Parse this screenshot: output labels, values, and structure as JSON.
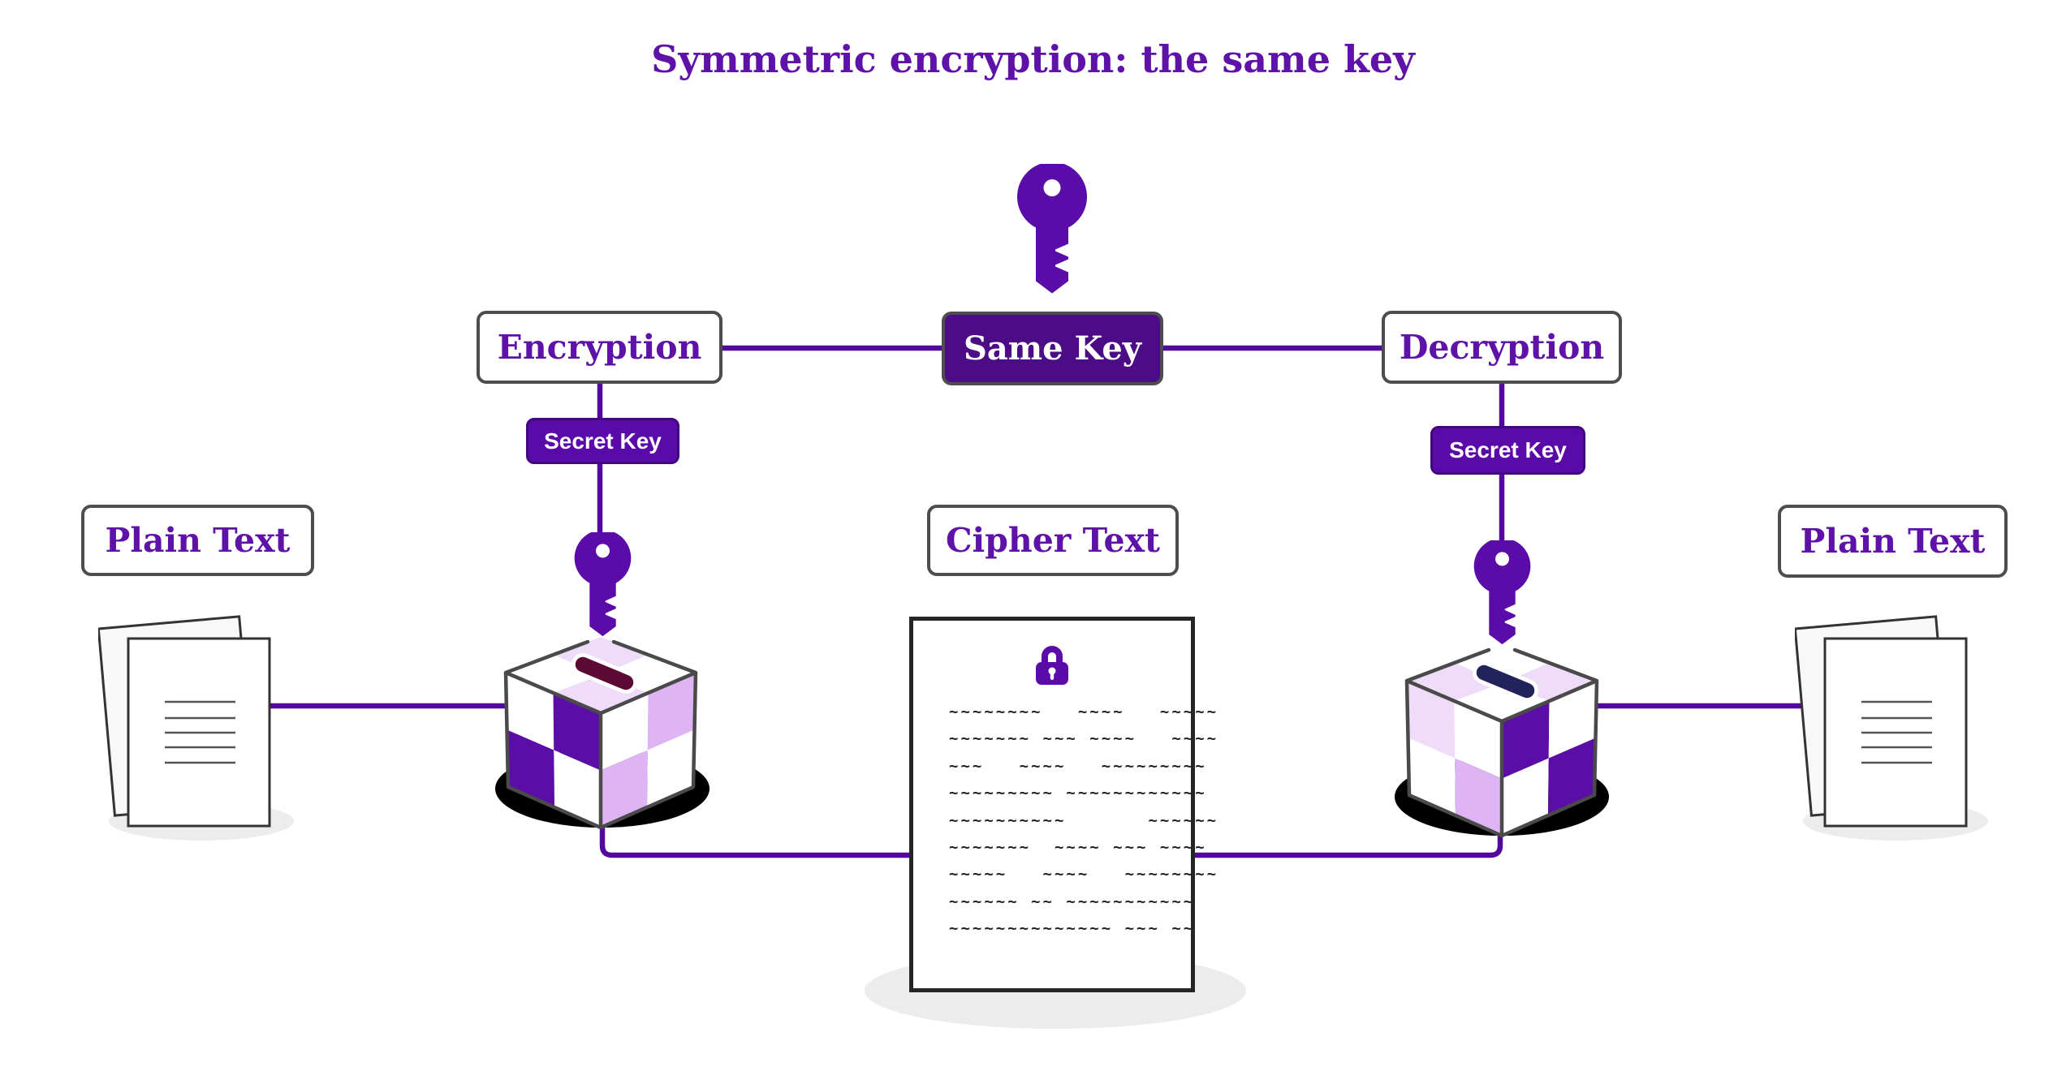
{
  "title": "Symmetric encryption: the same key",
  "nodes": {
    "encryption": {
      "label": "Encryption"
    },
    "same_key": {
      "label": "Same Key"
    },
    "decryption": {
      "label": "Decryption"
    },
    "secret_key_left": {
      "label": "Secret Key"
    },
    "secret_key_right": {
      "label": "Secret Key"
    },
    "plain_text_left": {
      "label": "Plain Text"
    },
    "cipher_text": {
      "label": "Cipher Text"
    },
    "plain_text_right": {
      "label": "Plain Text"
    }
  },
  "cipher_document": {
    "lines": [
      "~~~~~~~~   ~~~~   ~~~~~",
      "~~~~~~~ ~~~ ~~~~   ~~~~",
      "~~~   ~~~~   ~~~~~~~~~",
      "~~~~~~~~~ ~~~~~~~~~~~~",
      "~~~~~~~~~~       ~~~~~~",
      "~~~~~~~  ~~~~ ~~~ ~~~~",
      "~~~~~   ~~~~   ~~~~~~~~",
      "~~~~~~ ~~ ~~~~~~~~~~~",
      "~~~~~~~~~~~~~~ ~~~ ~~"
    ]
  },
  "icons": {
    "center_key": "key-icon",
    "left_key": "key-icon",
    "right_key": "key-icon",
    "padlock": "padlock-icon",
    "left_documents": "documents-icon",
    "right_documents": "documents-icon",
    "left_cube": "encryption-cube-icon",
    "right_cube": "decryption-cube-icon"
  },
  "colors": {
    "title_text_purple": "#5E12A8",
    "icon_purple": "#5B0CA8",
    "connector_purple": "#52089E",
    "same_key_fill": "#4C0C86",
    "secret_key_fill": "#5A0AA8",
    "cube_dark_purple": "#5B0EA6",
    "cube_light_purple": "#DFB4F4",
    "cube_pale_lavender": "#EFDCFA",
    "slot_left_maroon": "#5C0A33",
    "slot_right_navy": "#23235C",
    "box_border_gray": "#4D4D4D",
    "page_border_gray": "#333333",
    "shadow_light": "#ECECEC",
    "shadow_dark": "#000000"
  }
}
